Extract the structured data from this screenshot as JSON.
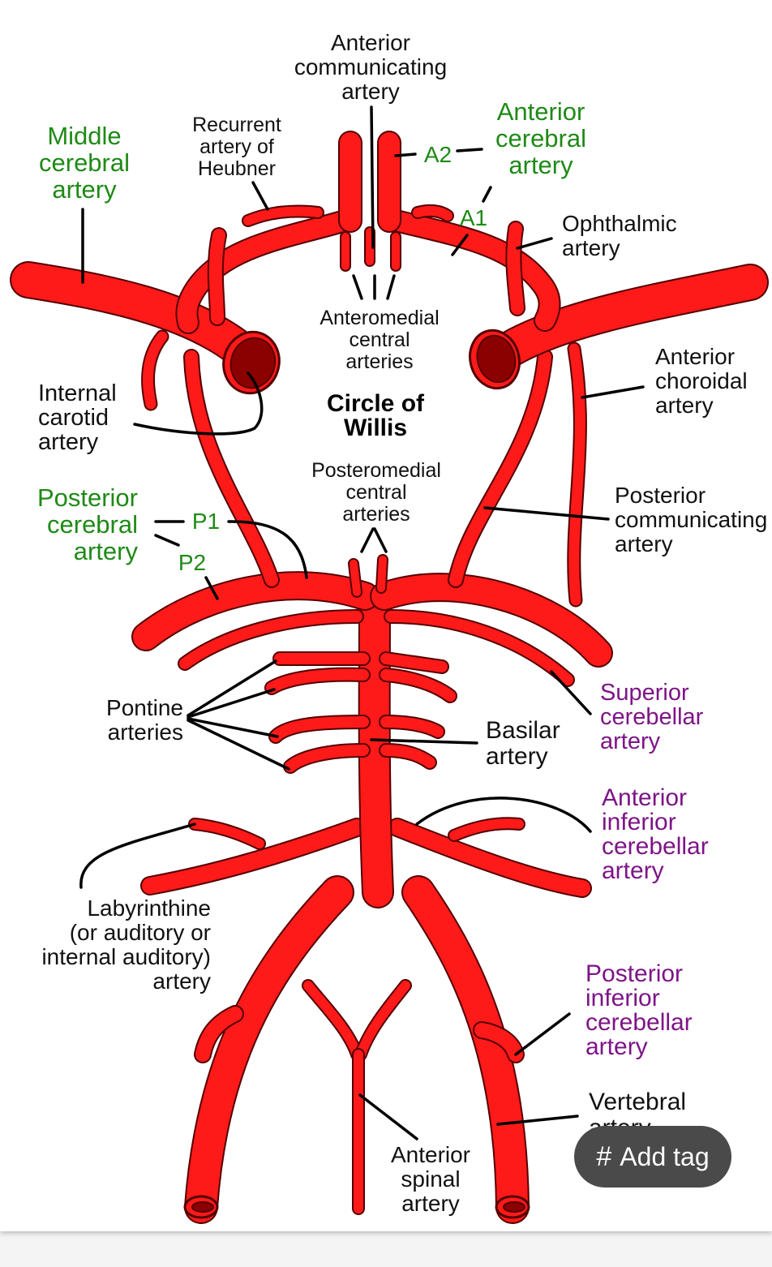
{
  "title": [
    "Circle of",
    "Willis"
  ],
  "colors": {
    "artery": "#ff1a1a",
    "outline": "#550000",
    "lumen": "#8b0000",
    "label_green": "#1e8a16",
    "label_purple": "#7d1487",
    "label_black": "#111111"
  },
  "labels": {
    "anterior_communicating": [
      "Anterior",
      "communicating",
      "artery"
    ],
    "anterior_cerebral": [
      "Anterior",
      "cerebral",
      "artery"
    ],
    "a2": "A2",
    "a1": "A1",
    "middle_cerebral": [
      "Middle",
      "cerebral",
      "artery"
    ],
    "recurrent_heubner": [
      "Recurrent",
      "artery of",
      "Heubner"
    ],
    "ophthalmic": [
      "Ophthalmic",
      "artery"
    ],
    "anteromedial_central": [
      "Anteromedial",
      "central",
      "arteries"
    ],
    "internal_carotid": [
      "Internal",
      "carotid",
      "artery"
    ],
    "anterior_choroidal": [
      "Anterior",
      "choroidal",
      "artery"
    ],
    "posteromedial_central": [
      "Posteromedial",
      "central",
      "arteries"
    ],
    "posterior_cerebral": [
      "Posterior",
      "cerebral",
      "artery"
    ],
    "p1": "P1",
    "p2": "P2",
    "posterior_communicating": [
      "Posterior",
      "communicating",
      "artery"
    ],
    "superior_cerebellar": [
      "Superior",
      "cerebellar",
      "artery"
    ],
    "pontine": [
      "Pontine",
      "arteries"
    ],
    "basilar": [
      "Basilar",
      "artery"
    ],
    "anterior_inferior_cerebellar": [
      "Anterior",
      "inferior",
      "cerebellar",
      "artery"
    ],
    "labyrinthine": [
      "Labyrinthine",
      "(or auditory or",
      "internal auditory)",
      "artery"
    ],
    "posterior_inferior_cerebellar": [
      "Posterior",
      "inferior",
      "cerebellar",
      "artery"
    ],
    "vertebral": [
      "Vertebral",
      "artery"
    ],
    "anterior_spinal": [
      "Anterior",
      "spinal",
      "artery"
    ]
  },
  "add_tag": {
    "icon": "hash-icon",
    "label": "Add tag"
  }
}
